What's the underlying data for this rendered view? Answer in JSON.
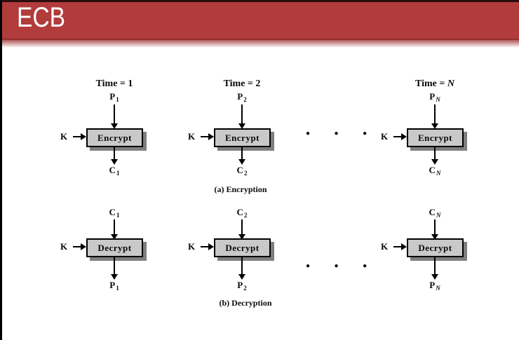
{
  "header": {
    "title": "ECB"
  },
  "colors": {
    "header_red": "#b23b3b",
    "header_top_stripe": "#2a0d0d",
    "box_fill": "#c9c9c9",
    "box_shadow": "#7f7f7f",
    "diagram_text": "#0a0a0a"
  },
  "encryption": {
    "caption": "(a) Encryption",
    "box_label": "Encrypt",
    "key_label": "K",
    "ellipsis": "● ● ●",
    "columns": [
      {
        "time_prefix": "Time = ",
        "time_var": "1",
        "in_base": "P",
        "in_sub": "1",
        "out_base": "C",
        "out_sub": "1"
      },
      {
        "time_prefix": "Time = ",
        "time_var": "2",
        "in_base": "P",
        "in_sub": "2",
        "out_base": "C",
        "out_sub": "2"
      },
      {
        "time_prefix": "Time = ",
        "time_var": "N",
        "in_base": "P",
        "in_sub": "N",
        "out_base": "C",
        "out_sub": "N"
      }
    ]
  },
  "decryption": {
    "caption": "(b) Decryption",
    "box_label": "Decrypt",
    "key_label": "K",
    "ellipsis": "● ● ●",
    "columns": [
      {
        "in_base": "C",
        "in_sub": "1",
        "out_base": "P",
        "out_sub": "1"
      },
      {
        "in_base": "C",
        "in_sub": "2",
        "out_base": "P",
        "out_sub": "2"
      },
      {
        "in_base": "C",
        "in_sub": "N",
        "out_base": "P",
        "out_sub": "N"
      }
    ]
  }
}
